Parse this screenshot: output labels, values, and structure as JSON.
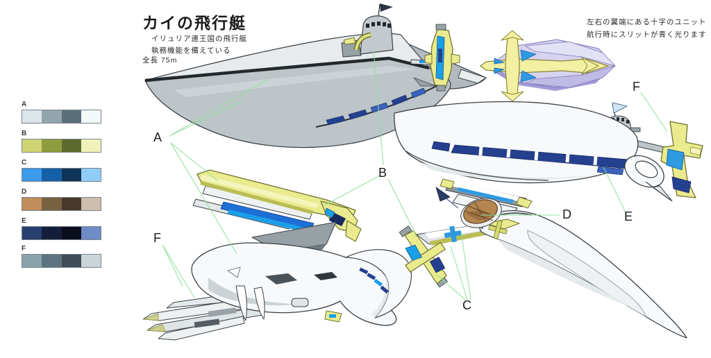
{
  "title": "カイの飛行艇",
  "subtitle_lines": [
    "イリュリア連王国の飛行艇",
    "執務機能を備えている",
    "全長 75m"
  ],
  "note_lines": [
    "左右の翼端にある十字のユニット",
    "航行時にスリットが青く光ります"
  ],
  "palettes": [
    {
      "label": "A",
      "colors": [
        "#dce5e9",
        "#92a5ad",
        "#5a6f79",
        "#f3f8f9"
      ]
    },
    {
      "label": "B",
      "colors": [
        "#ced472",
        "#8f9c3e",
        "#5d6b2f",
        "#eff3b9"
      ]
    },
    {
      "label": "C",
      "colors": [
        "#3c9ae8",
        "#1660a8",
        "#103455",
        "#8fccf7"
      ]
    },
    {
      "label": "D",
      "colors": [
        "#c08c5c",
        "#786141",
        "#47382a",
        "#cebead"
      ]
    },
    {
      "label": "E",
      "colors": [
        "#27406f",
        "#131e3a",
        "#0a0e1c",
        "#6f8cc4"
      ]
    },
    {
      "label": "F",
      "colors": [
        "#8aa2ae",
        "#5d7382",
        "#404d57",
        "#cad5da"
      ]
    }
  ],
  "callouts": [
    {
      "text": "A"
    },
    {
      "text": "B"
    },
    {
      "text": "C"
    },
    {
      "text": "D"
    },
    {
      "text": "E"
    },
    {
      "text": "F"
    },
    {
      "text": "F"
    }
  ],
  "colors": {
    "leader_line": "#90e09a",
    "hull_white": "#f7f9fa",
    "hull_gray": "#bdc5c9",
    "accent_yellow": "#e9eb8e",
    "glow_blue": "#1b9fe8",
    "window_navy": "#24418f",
    "cross_blue": "#2e9ae2",
    "deck_brown": "#b5854f",
    "lavender": "#d6d3f0"
  }
}
